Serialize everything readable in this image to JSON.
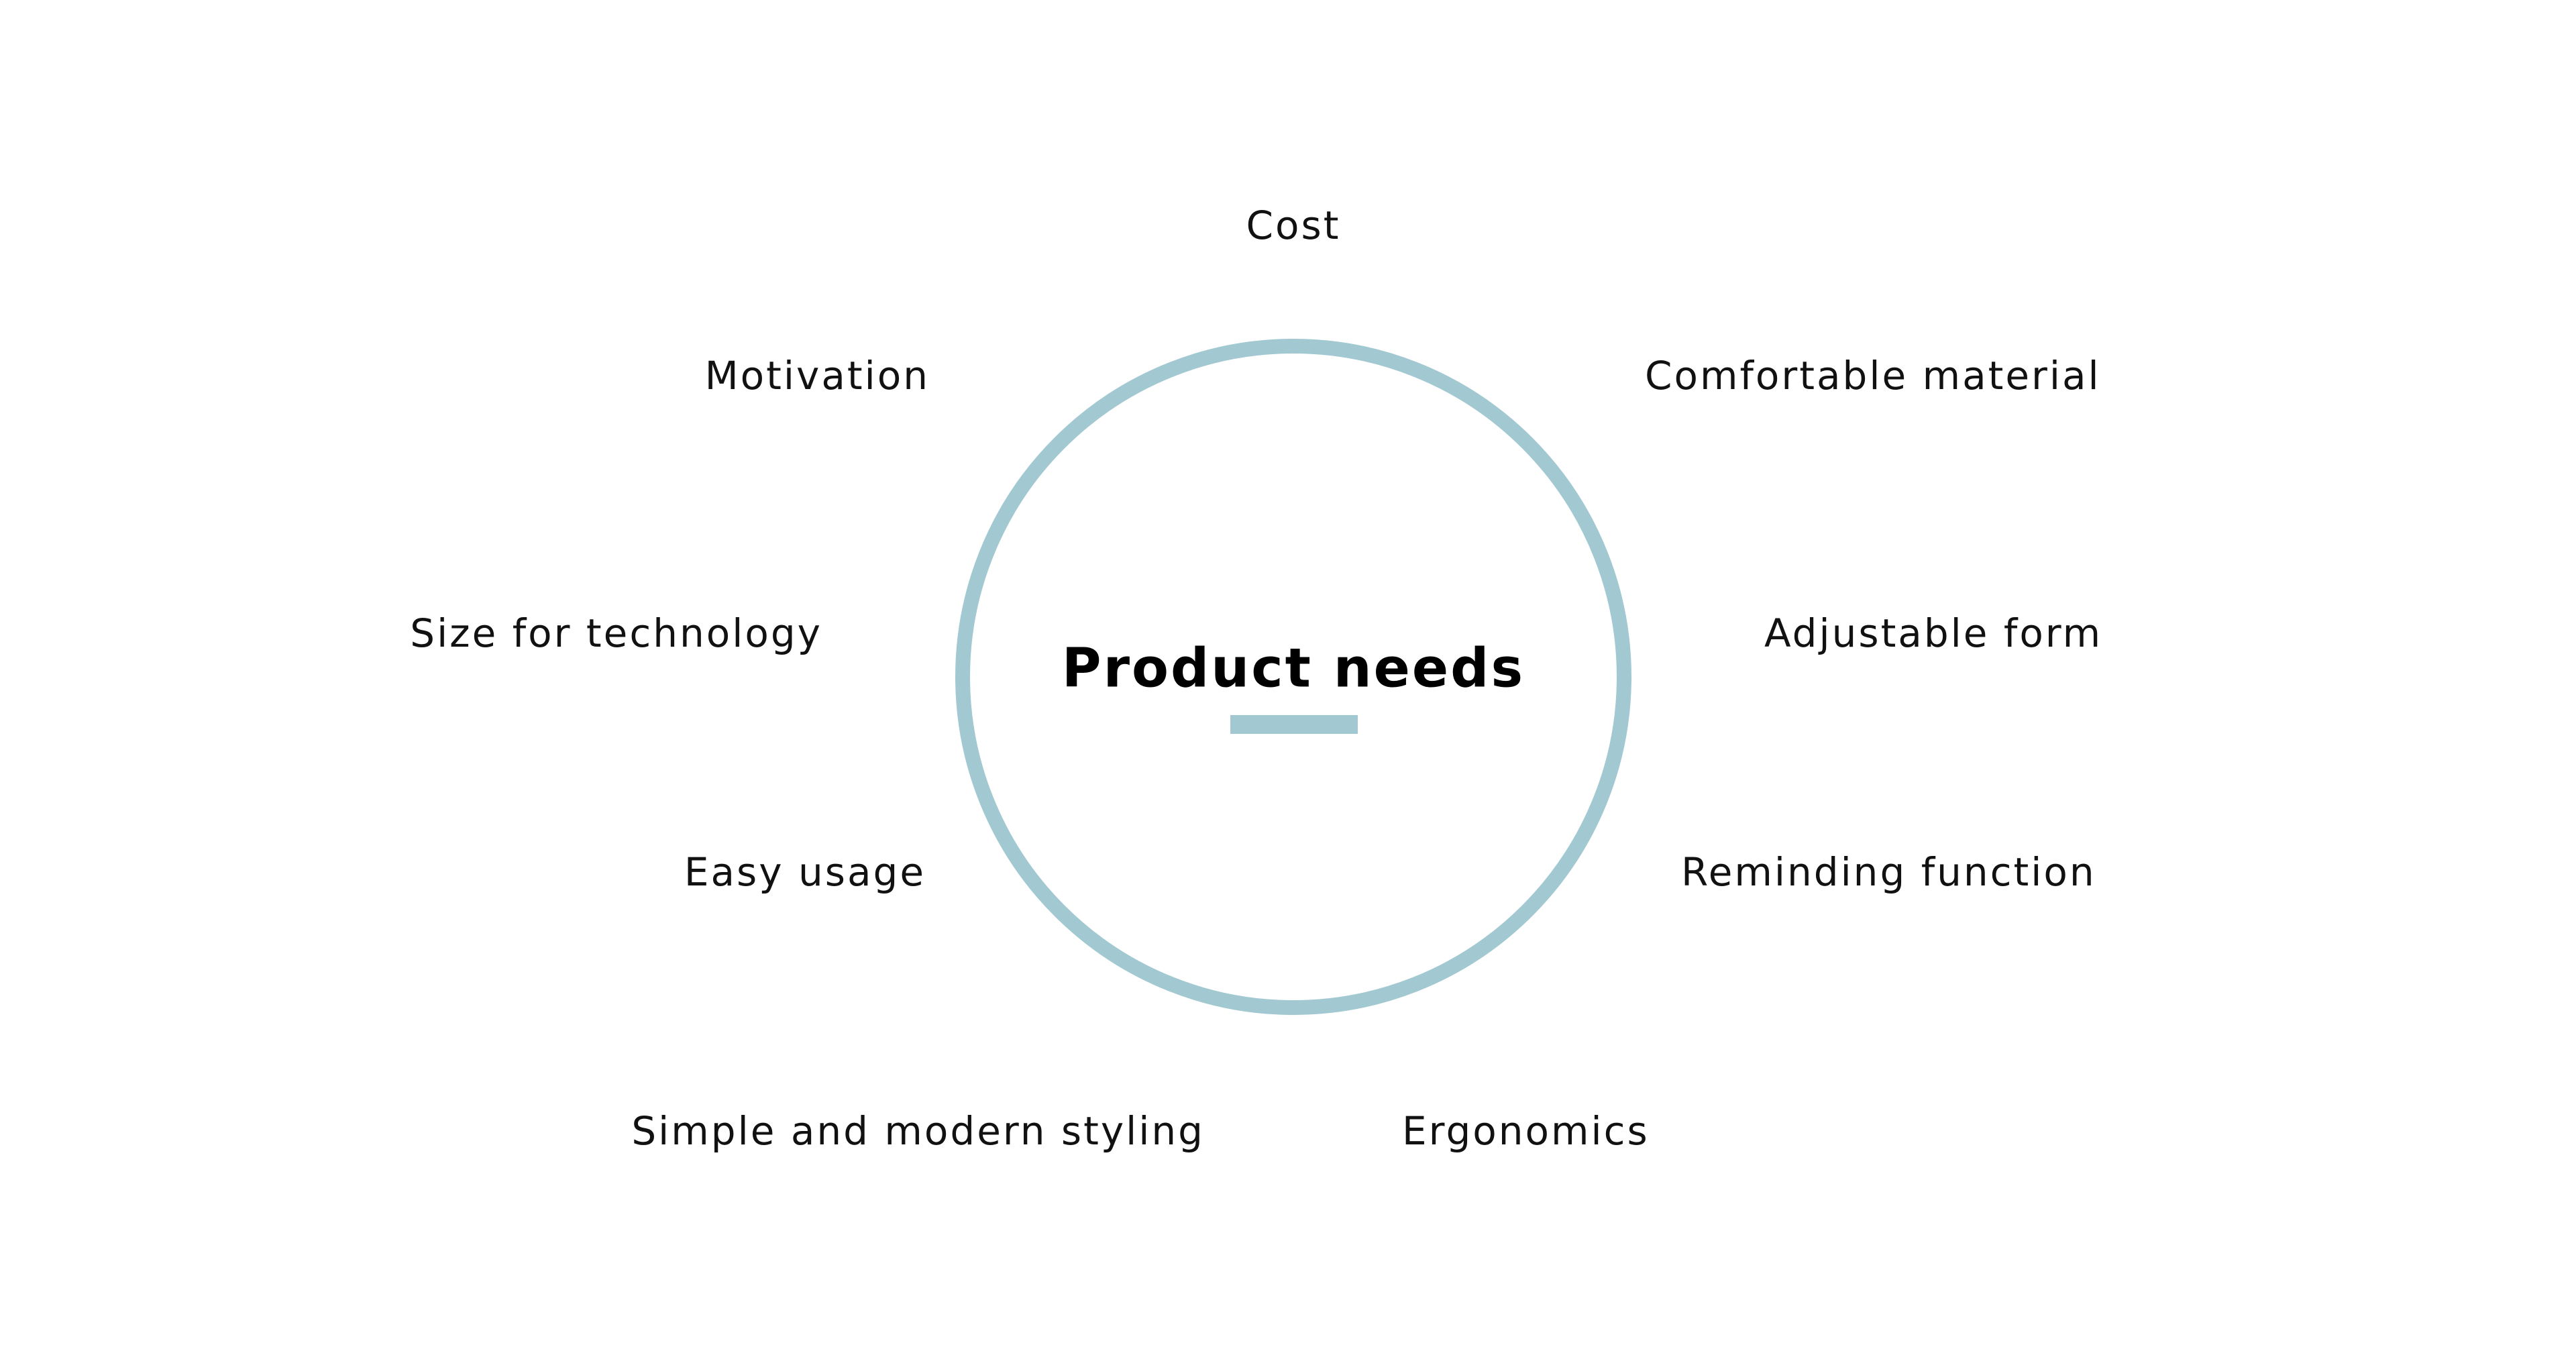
{
  "diagram": {
    "center_label": "Product needs",
    "accent_color": "#a2c9d1",
    "needs": {
      "cost": "Cost",
      "motivation": "Motivation",
      "comfortable_material": "Comfortable material",
      "size_for_technology": "Size for technology",
      "adjustable_form": "Adjustable form",
      "easy_usage": "Easy usage",
      "reminding_function": "Reminding function",
      "simple_modern_styling": "Simple and modern styling",
      "ergonomics": "Ergonomics"
    }
  }
}
